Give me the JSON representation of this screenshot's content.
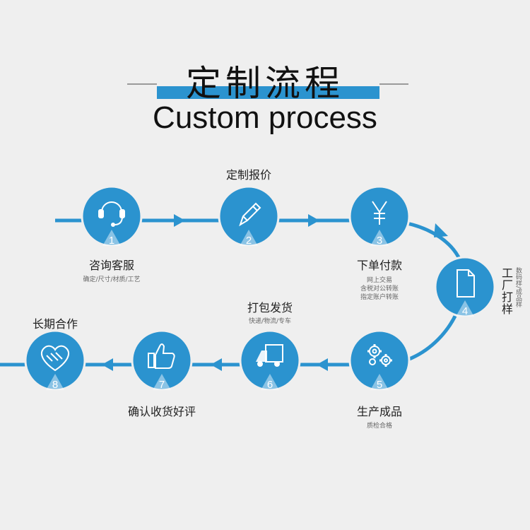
{
  "title": {
    "zh": "定制流程",
    "en": "Custom process"
  },
  "top_label": "定制报价",
  "colors": {
    "accent": "#2b93cf",
    "bg": "#efefef",
    "text": "#222222"
  },
  "steps": [
    {
      "num": "1",
      "icon": "headset-icon",
      "label": "咨询客服",
      "sub": "确定/尺寸/材质/工艺"
    },
    {
      "num": "2",
      "icon": "pencil-icon",
      "label": "",
      "sub": ""
    },
    {
      "num": "3",
      "icon": "yen-icon",
      "label": "下单付款",
      "sub_lines": [
        "网上交易",
        "含税对公转账",
        "指定账户转账"
      ]
    },
    {
      "num": "4",
      "icon": "document-icon",
      "label": "工厂打样",
      "sub": "数码样/成品样"
    },
    {
      "num": "5",
      "icon": "gears-icon",
      "label": "生产成品",
      "sub": "质检合格"
    },
    {
      "num": "6",
      "icon": "truck-icon",
      "label": "打包发货",
      "sub": "快递/物流/专车"
    },
    {
      "num": "7",
      "icon": "thumbs-up-icon",
      "label": "确认收货好评",
      "sub": ""
    },
    {
      "num": "8",
      "icon": "handshake-icon",
      "label": "长期合作",
      "sub": ""
    }
  ]
}
